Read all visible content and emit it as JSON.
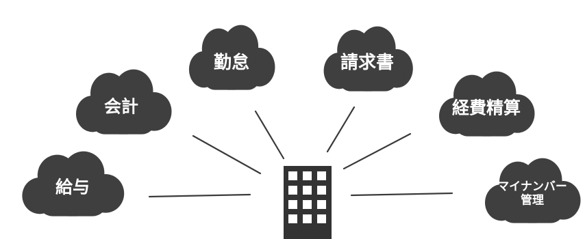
{
  "diagram": {
    "hub": {
      "icon": "office-building-icon"
    },
    "clouds": [
      {
        "id": "kyuyo",
        "lines": [
          "給与"
        ]
      },
      {
        "id": "kaikei",
        "lines": [
          "会計"
        ]
      },
      {
        "id": "kintai",
        "lines": [
          "勤怠"
        ]
      },
      {
        "id": "seikyusho",
        "lines": [
          "請求書"
        ]
      },
      {
        "id": "keihi-seisan",
        "lines": [
          "経費精算"
        ]
      },
      {
        "id": "mynumber-kanri",
        "lines": [
          "マイナンバー",
          "管理"
        ]
      }
    ]
  },
  "colors": {
    "cloud": "#3f3f3f",
    "connector": "#3a3a3a",
    "building": "#333333",
    "window": "#ffffff",
    "label": "#ffffff",
    "background": "#ffffff"
  }
}
